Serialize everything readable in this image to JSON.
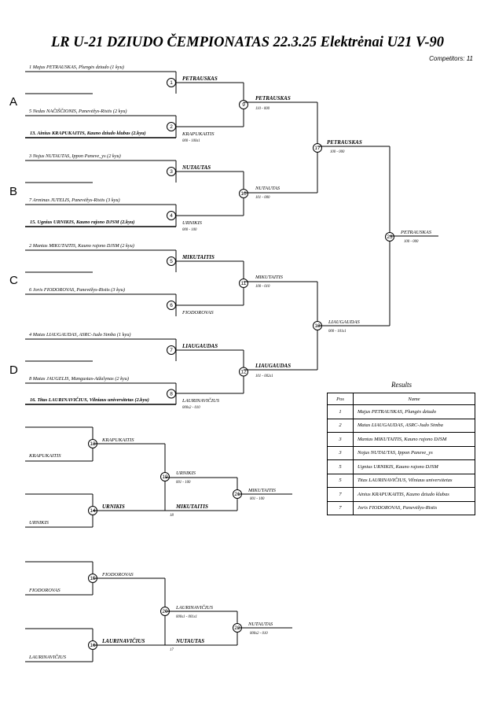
{
  "header": {
    "title": "LR U-21 DZIUDO ČEMPIONATAS  22.3.25  Elektrėnai   U21 V-90",
    "competitors": "Competitors: 11"
  },
  "pools": [
    "A",
    "B",
    "C",
    "D"
  ],
  "entries": [
    "1  Majus PETRAUSKAS, Plungės dziudo (1 kyu)",
    "5  Nedas NAČIŠČIONIS, Panevėžys-Ristis (2 kyu)",
    "13. Ainius KRAPUKAITIS, Kauno dziudo klubas (2.kyu)",
    "3  Nojus NUTAUTAS, Ippon Paneve_ys (2 kyu)",
    "7  Arminas JUTELIS, Panevėžys-Ristis (3 kyu)",
    "15. Ugnius URNIKIS, Kauno rajono DJSM (2.kyu)",
    "2  Mantas MIKUTAITIS, Kauno rajono DJSM (2 kyu)",
    "6  Joris FIODOROVAS, Panevėžys-Ristis (3 kyu)",
    "4  Matas LIAUGAUDAS, ASRC-Judo Simba (1 kyu)",
    "8  Matas JAUGELIS, Mangustas-Atžalynas (2 kyu)",
    "16. Titas LAURINAVIČIUS, Vilniaus universitetas (2.kyu)"
  ],
  "matches": [
    {
      "num": "1",
      "top": "PETRAUSKAS",
      "bottom": "",
      "score": ""
    },
    {
      "num": "2",
      "top": "",
      "bottom": "KRAPUKAITIS",
      "score": "000 - 100s1"
    },
    {
      "num": "3",
      "top": "NUTAUTAS",
      "bottom": "",
      "score": ""
    },
    {
      "num": "4",
      "top": "",
      "bottom": "URNIKIS",
      "score": "000 - 100"
    },
    {
      "num": "5",
      "top": "MIKUTAITIS",
      "bottom": "",
      "score": ""
    },
    {
      "num": "6",
      "top": "",
      "bottom": "FIODOROVAS",
      "score": ""
    },
    {
      "num": "7",
      "top": "LIAUGAUDAS",
      "bottom": "",
      "score": ""
    },
    {
      "num": "8",
      "top": "",
      "bottom": "LAURINAVIČIUS",
      "score": "000s2 - 010"
    },
    {
      "num": "9",
      "top": "PETRAUSKAS",
      "bottom": "",
      "score": "110 - 000"
    },
    {
      "num": "10",
      "top": "",
      "bottom": "NUTAUTAS",
      "score": "101 - 000"
    },
    {
      "num": "11",
      "top": "",
      "bottom": "MIKUTAITIS",
      "score": "100 - 010"
    },
    {
      "num": "12",
      "top": "LIAUGAUDAS",
      "bottom": "",
      "score": "101 - 002s1"
    },
    {
      "num": "17",
      "top": "PETRAUSKAS",
      "bottom": "",
      "score": "100 - 000"
    },
    {
      "num": "18",
      "top": "",
      "bottom": "LIAUGAUDAS",
      "score": "000 - 101s1"
    },
    {
      "num": "23",
      "top": "PETRAUSKAS",
      "bottom": "",
      "score": "100 - 000"
    }
  ],
  "repechage": [
    {
      "num": "13",
      "winner": "KRAPUKAITIS",
      "entrant": "KRAPUKAITIS"
    },
    {
      "num": "14",
      "winner": "URNIKIS",
      "entrant": "URNIKIS"
    },
    {
      "num": "19",
      "top": "URNIKIS",
      "score": "001 - 100",
      "bottom": "MIKUTAITIS",
      "ref": "18"
    },
    {
      "num": "21",
      "winner": "MIKUTAITIS",
      "score": "001 - 100"
    },
    {
      "num": "15",
      "winner": "FIODOROVAS",
      "entrant": "FIODOROVAS"
    },
    {
      "num": "16",
      "winner": "LAURINAVIČIUS",
      "entrant": "LAURINAVIČIUS"
    },
    {
      "num": "20",
      "top": "LAURINAVIČIUS",
      "score": "000s1 - 001s1",
      "bottom": "NUTAUTAS",
      "ref": "17"
    },
    {
      "num": "22",
      "winner": "NUTAUTAS",
      "score": "000s2 - 010"
    }
  ],
  "results": {
    "title": "Results",
    "headers": [
      "Pos",
      "Name"
    ],
    "rows": [
      {
        "pos": "1",
        "name": "Majus PETRAUSKAS, Plungės dziudo"
      },
      {
        "pos": "2",
        "name": "Matas LIAUGAUDAS, ASRC-Judo Simba"
      },
      {
        "pos": "3",
        "name": "Mantas MIKUTAITIS, Kauno rajono DJSM"
      },
      {
        "pos": "3",
        "name": "Nojus NUTAUTAS, Ippon Paneve_ys"
      },
      {
        "pos": "5",
        "name": "Ugnius URNIKIS, Kauno rajono DJSM"
      },
      {
        "pos": "5",
        "name": "Titas LAURINAVIČIUS, Vilniaus universitetas"
      },
      {
        "pos": "7",
        "name": "Ainius KRAPUKAITIS, Kauno dziudo klubas"
      },
      {
        "pos": "7",
        "name": "Joris FIODOROVAS, Panevėžys-Ristis"
      }
    ]
  }
}
